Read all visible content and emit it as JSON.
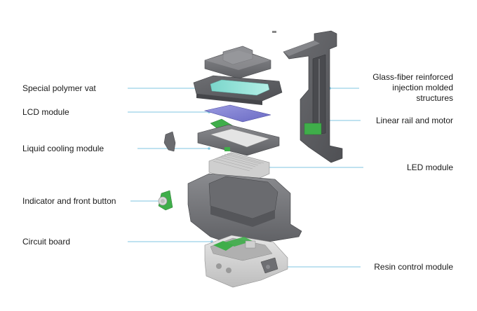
{
  "labels_left": [
    {
      "id": "vat",
      "text": "Special polymer vat"
    },
    {
      "id": "lcd",
      "text": "LCD module"
    },
    {
      "id": "cooling",
      "text": "Liquid cooling module"
    },
    {
      "id": "indicator",
      "text": "Indicator and front button"
    },
    {
      "id": "circuit",
      "text": "Circuit board"
    }
  ],
  "labels_right": [
    {
      "id": "glass",
      "lines": [
        "Glass-fiber reinforced",
        "injection molded",
        "structures"
      ]
    },
    {
      "id": "rail",
      "lines": [
        "Linear rail and motor"
      ]
    },
    {
      "id": "led",
      "lines": [
        "LED module"
      ]
    },
    {
      "id": "resin",
      "lines": [
        "Resin control module"
      ]
    }
  ],
  "colors": {
    "leader": "#7fc6e0",
    "body_dark": "#5c5d60",
    "body_mid": "#77787c",
    "body_light": "#9a9b9f",
    "lcd": "#7f7fcf",
    "pcb_green": "#3fae4a",
    "resin_teal": "#8fe0d6",
    "heatsink": "#d6d6d6",
    "base_light": "#d8d8d8"
  }
}
